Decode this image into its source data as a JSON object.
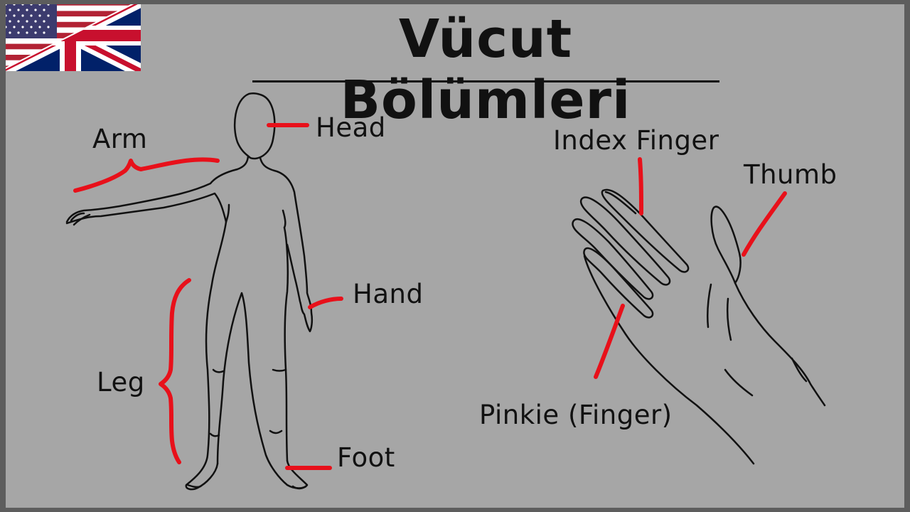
{
  "title": "Vücut Bölümleri",
  "flag": "us-uk-flag",
  "colors": {
    "board": "#a6a6a6",
    "frame": "#5d5d5d",
    "pointer": "#e8101a",
    "ink": "#111111"
  },
  "labels": {
    "arm": "Arm",
    "head": "Head",
    "hand": "Hand",
    "leg": "Leg",
    "foot": "Foot",
    "index_finger": "Index Finger",
    "thumb": "Thumb",
    "pinkie": "Pinkie (Finger)"
  }
}
